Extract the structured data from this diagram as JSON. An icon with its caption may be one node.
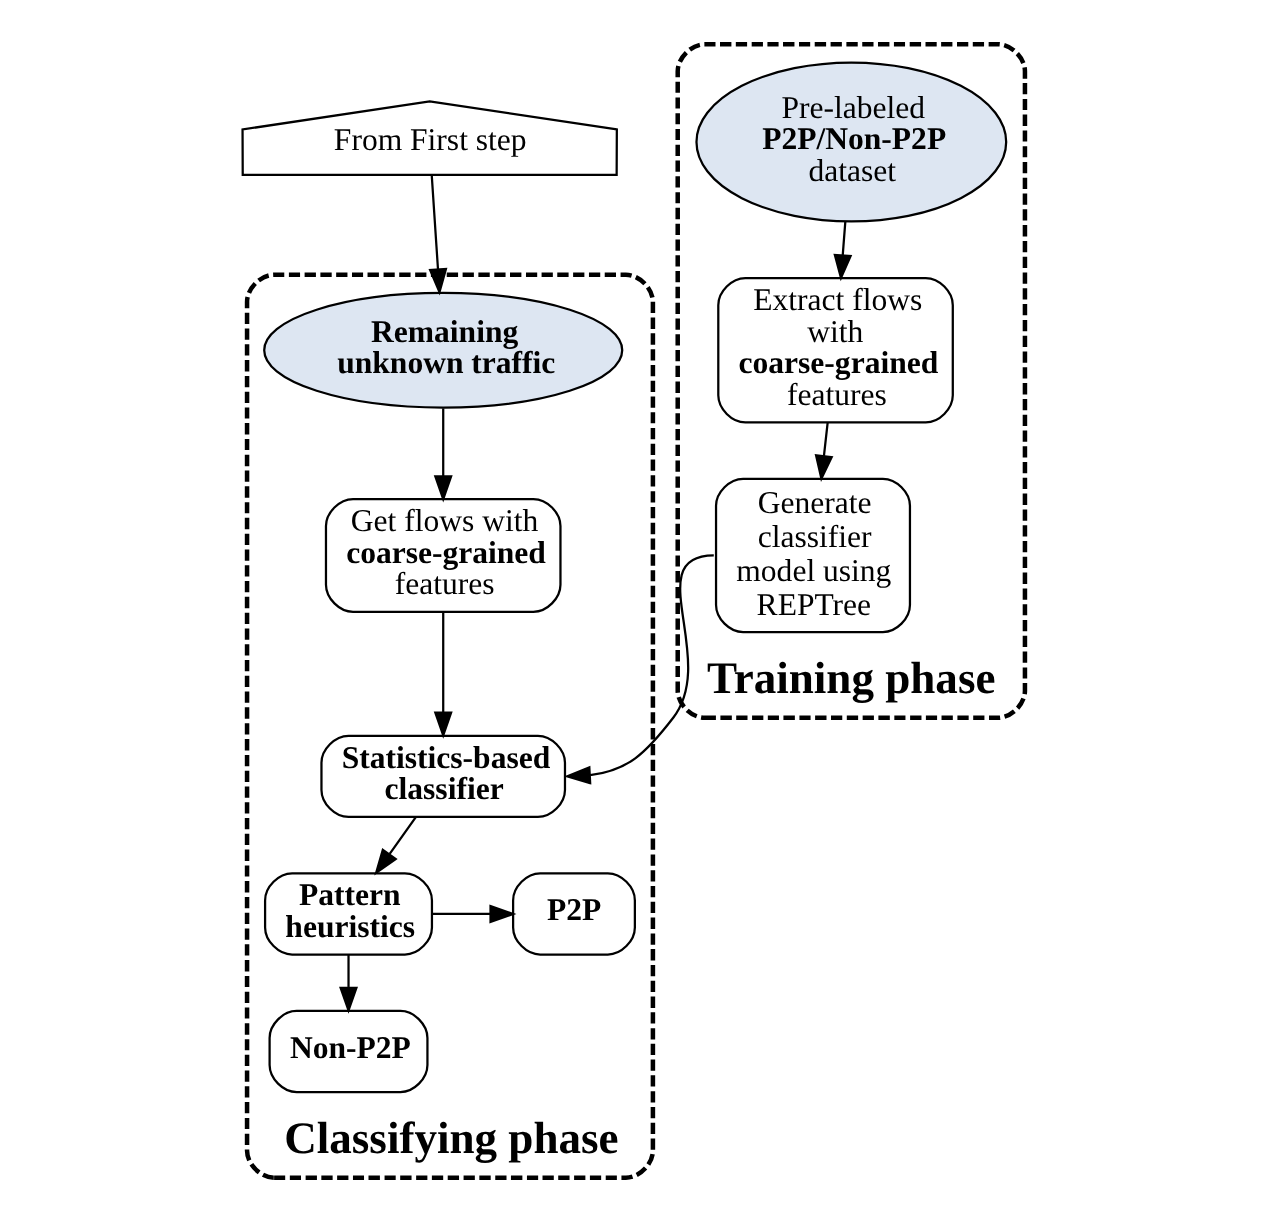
{
  "diagram": {
    "nodes": [
      {
        "text": [
          "From First step"
        ]
      },
      {
        "text": [
          "Training phase"
        ]
      },
      {
        "text": [
          "Pre-labeled **P2P/Non-P2P** dataset"
        ],
        "in": 1
      },
      {
        "text": [
          "Extract flows with **coarse-grained** features"
        ],
        "in": 1
      },
      {
        "text": [
          "Generate classifier model using REPTree"
        ],
        "in": 1
      },
      {
        "text": [
          "Classifying phase"
        ]
      },
      {
        "text": [
          "Remaining unknown traffic"
        ],
        "in": 5
      },
      {
        "text": [
          "Get flows with **coarse-grained** features"
        ],
        "in": 5
      },
      {
        "text": [
          "Statistics-based classifier"
        ],
        "in": 5
      },
      {
        "text": [
          "Pattern heuristics"
        ],
        "in": 5
      },
      {
        "text": [
          "P2P"
        ],
        "in": 5
      },
      {
        "text": [
          "Non-P2P"
        ],
        "in": 5
      }
    ],
    "edges": [
      {
        "from": 0,
        "to": 6,
        "arrow": "to"
      },
      {
        "from": 2,
        "to": 3,
        "arrow": "to"
      },
      {
        "from": 3,
        "to": 4,
        "arrow": "to"
      },
      {
        "from": 4,
        "to": 8,
        "arrow": "to"
      },
      {
        "from": 6,
        "to": 7,
        "arrow": "to"
      },
      {
        "from": 7,
        "to": 8,
        "arrow": "to"
      },
      {
        "from": 8,
        "to": 9,
        "arrow": "to"
      },
      {
        "from": 9,
        "to": 10,
        "arrow": "to"
      },
      {
        "from": 9,
        "to": 11,
        "arrow": "to"
      }
    ]
  }
}
